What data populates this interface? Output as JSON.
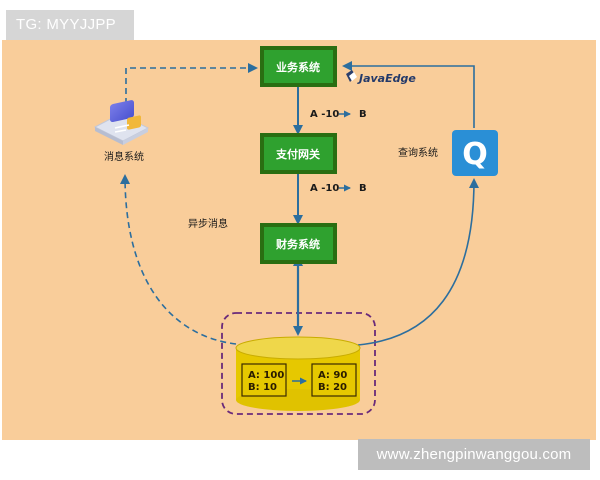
{
  "header": {
    "tag": "TG: MYYJJPP"
  },
  "footer": {
    "watermark": "www.zhengpinwanggou.com"
  },
  "diagram": {
    "nodes": {
      "business": "业务系统",
      "payment": "支付网关",
      "finance": "财务系统"
    },
    "message_system": "消息系统",
    "query_system": "查询系统",
    "query_icon_letter": "Q",
    "async_label": "异步消息",
    "brand": "JavaEdge",
    "transfer1": {
      "from": "A -10",
      "to": "B"
    },
    "transfer2": {
      "from": "A -10",
      "to": "B"
    },
    "db": {
      "before": {
        "a": "A:  100",
        "b": "B:  10"
      },
      "after": {
        "a": "A:  90",
        "b": "B:  20"
      }
    }
  },
  "colors": {
    "background": "#f9cd9a",
    "node_fill": "#2fa12f",
    "node_border": "#2a6e12",
    "arrow": "#2c6e9e",
    "db": "#e6c800",
    "dashed_box": "#6a2a7a",
    "query_icon": "#2a8fd6"
  }
}
